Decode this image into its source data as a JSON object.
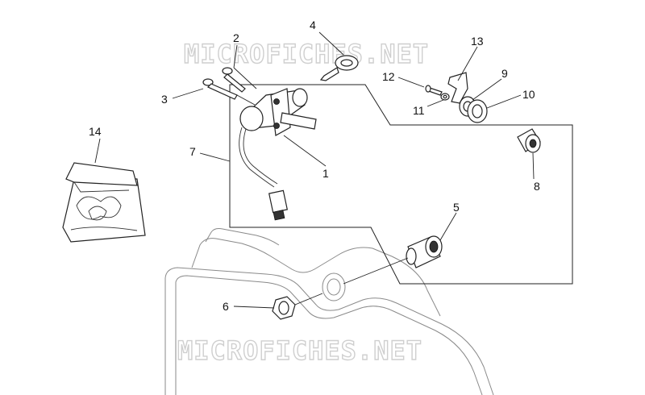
{
  "watermarks": [
    "MICROFICHES.NET",
    "MICROFICHES.NET"
  ],
  "callouts": {
    "p1": "1",
    "p2": "2",
    "p3": "3",
    "p4": "4",
    "p5": "5",
    "p6": "6",
    "p7": "7",
    "p8": "8",
    "p9": "9",
    "p10": "10",
    "p11": "11",
    "p12": "12",
    "p13": "13",
    "p14": "14"
  }
}
